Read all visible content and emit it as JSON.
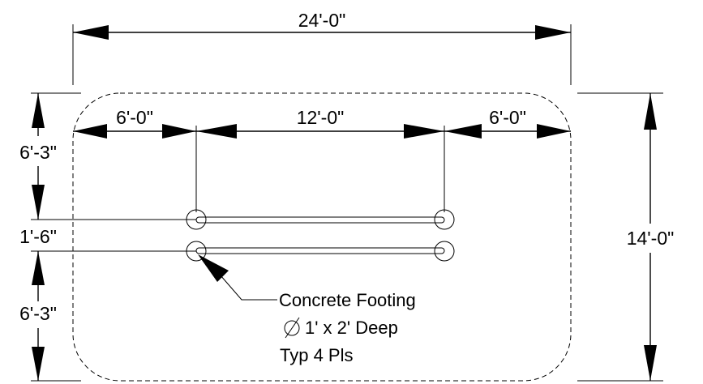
{
  "dimensions": {
    "overall_length": "24'-0\"",
    "overall_width": "14'-0\"",
    "left_offset": "6'-0\"",
    "center_span": "12'-0\"",
    "right_offset": "6'-0\"",
    "top_offset": "6'-3\"",
    "footing_spacing": "1'-6\"",
    "bottom_offset": "6'-3\""
  },
  "note": {
    "line1": "Concrete Footing",
    "line2": "1' x 2' Deep",
    "line3": "Typ 4 Pls",
    "diameter_symbol": "⌀"
  }
}
